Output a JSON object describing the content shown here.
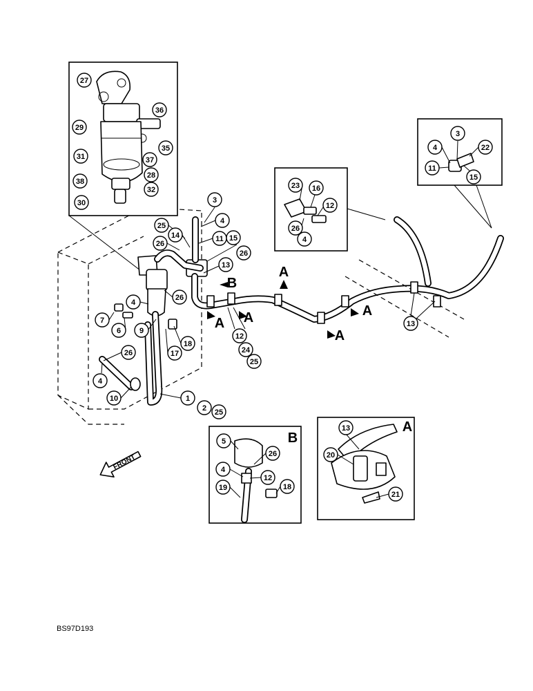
{
  "figure_code": "BS97D193",
  "front_label": "FRONT",
  "view_letters": {
    "a": "A",
    "b": "B"
  },
  "callouts": [
    {
      "id": "c27",
      "num": "27"
    },
    {
      "id": "c36",
      "num": "36"
    },
    {
      "id": "c29",
      "num": "29"
    },
    {
      "id": "c35",
      "num": "35"
    },
    {
      "id": "c31",
      "num": "31"
    },
    {
      "id": "c37",
      "num": "37"
    },
    {
      "id": "c28",
      "num": "28"
    },
    {
      "id": "c38",
      "num": "38"
    },
    {
      "id": "c32",
      "num": "32"
    },
    {
      "id": "c30",
      "num": "30"
    },
    {
      "id": "c3a",
      "num": "3"
    },
    {
      "id": "c4a",
      "num": "4"
    },
    {
      "id": "c25a",
      "num": "25"
    },
    {
      "id": "c14",
      "num": "14"
    },
    {
      "id": "c11a",
      "num": "11"
    },
    {
      "id": "c15a",
      "num": "15"
    },
    {
      "id": "c26a",
      "num": "26"
    },
    {
      "id": "c26b",
      "num": "26"
    },
    {
      "id": "c13a",
      "num": "13"
    },
    {
      "id": "c26c",
      "num": "26"
    },
    {
      "id": "c4b",
      "num": "4"
    },
    {
      "id": "c7",
      "num": "7"
    },
    {
      "id": "c6",
      "num": "6"
    },
    {
      "id": "c9",
      "num": "9"
    },
    {
      "id": "c18a",
      "num": "18"
    },
    {
      "id": "c17",
      "num": "17"
    },
    {
      "id": "c26d",
      "num": "26"
    },
    {
      "id": "c4c",
      "num": "4"
    },
    {
      "id": "c10",
      "num": "10"
    },
    {
      "id": "c1",
      "num": "1"
    },
    {
      "id": "c2",
      "num": "2"
    },
    {
      "id": "c25b",
      "num": "25"
    },
    {
      "id": "c12a",
      "num": "12"
    },
    {
      "id": "c24",
      "num": "24"
    },
    {
      "id": "c25c",
      "num": "25"
    },
    {
      "id": "c23",
      "num": "23"
    },
    {
      "id": "c16",
      "num": "16"
    },
    {
      "id": "c12b",
      "num": "12"
    },
    {
      "id": "c26e",
      "num": "26"
    },
    {
      "id": "c4d",
      "num": "4"
    },
    {
      "id": "c3b",
      "num": "3"
    },
    {
      "id": "c4e",
      "num": "4"
    },
    {
      "id": "c22",
      "num": "22"
    },
    {
      "id": "c11b",
      "num": "11"
    },
    {
      "id": "c15b",
      "num": "15"
    },
    {
      "id": "c13b",
      "num": "13"
    },
    {
      "id": "c5",
      "num": "5"
    },
    {
      "id": "c26f",
      "num": "26"
    },
    {
      "id": "c4f",
      "num": "4"
    },
    {
      "id": "c12c",
      "num": "12"
    },
    {
      "id": "c19",
      "num": "19"
    },
    {
      "id": "c18b",
      "num": "18"
    },
    {
      "id": "c13c",
      "num": "13"
    },
    {
      "id": "c20",
      "num": "20"
    },
    {
      "id": "c21",
      "num": "21"
    }
  ]
}
